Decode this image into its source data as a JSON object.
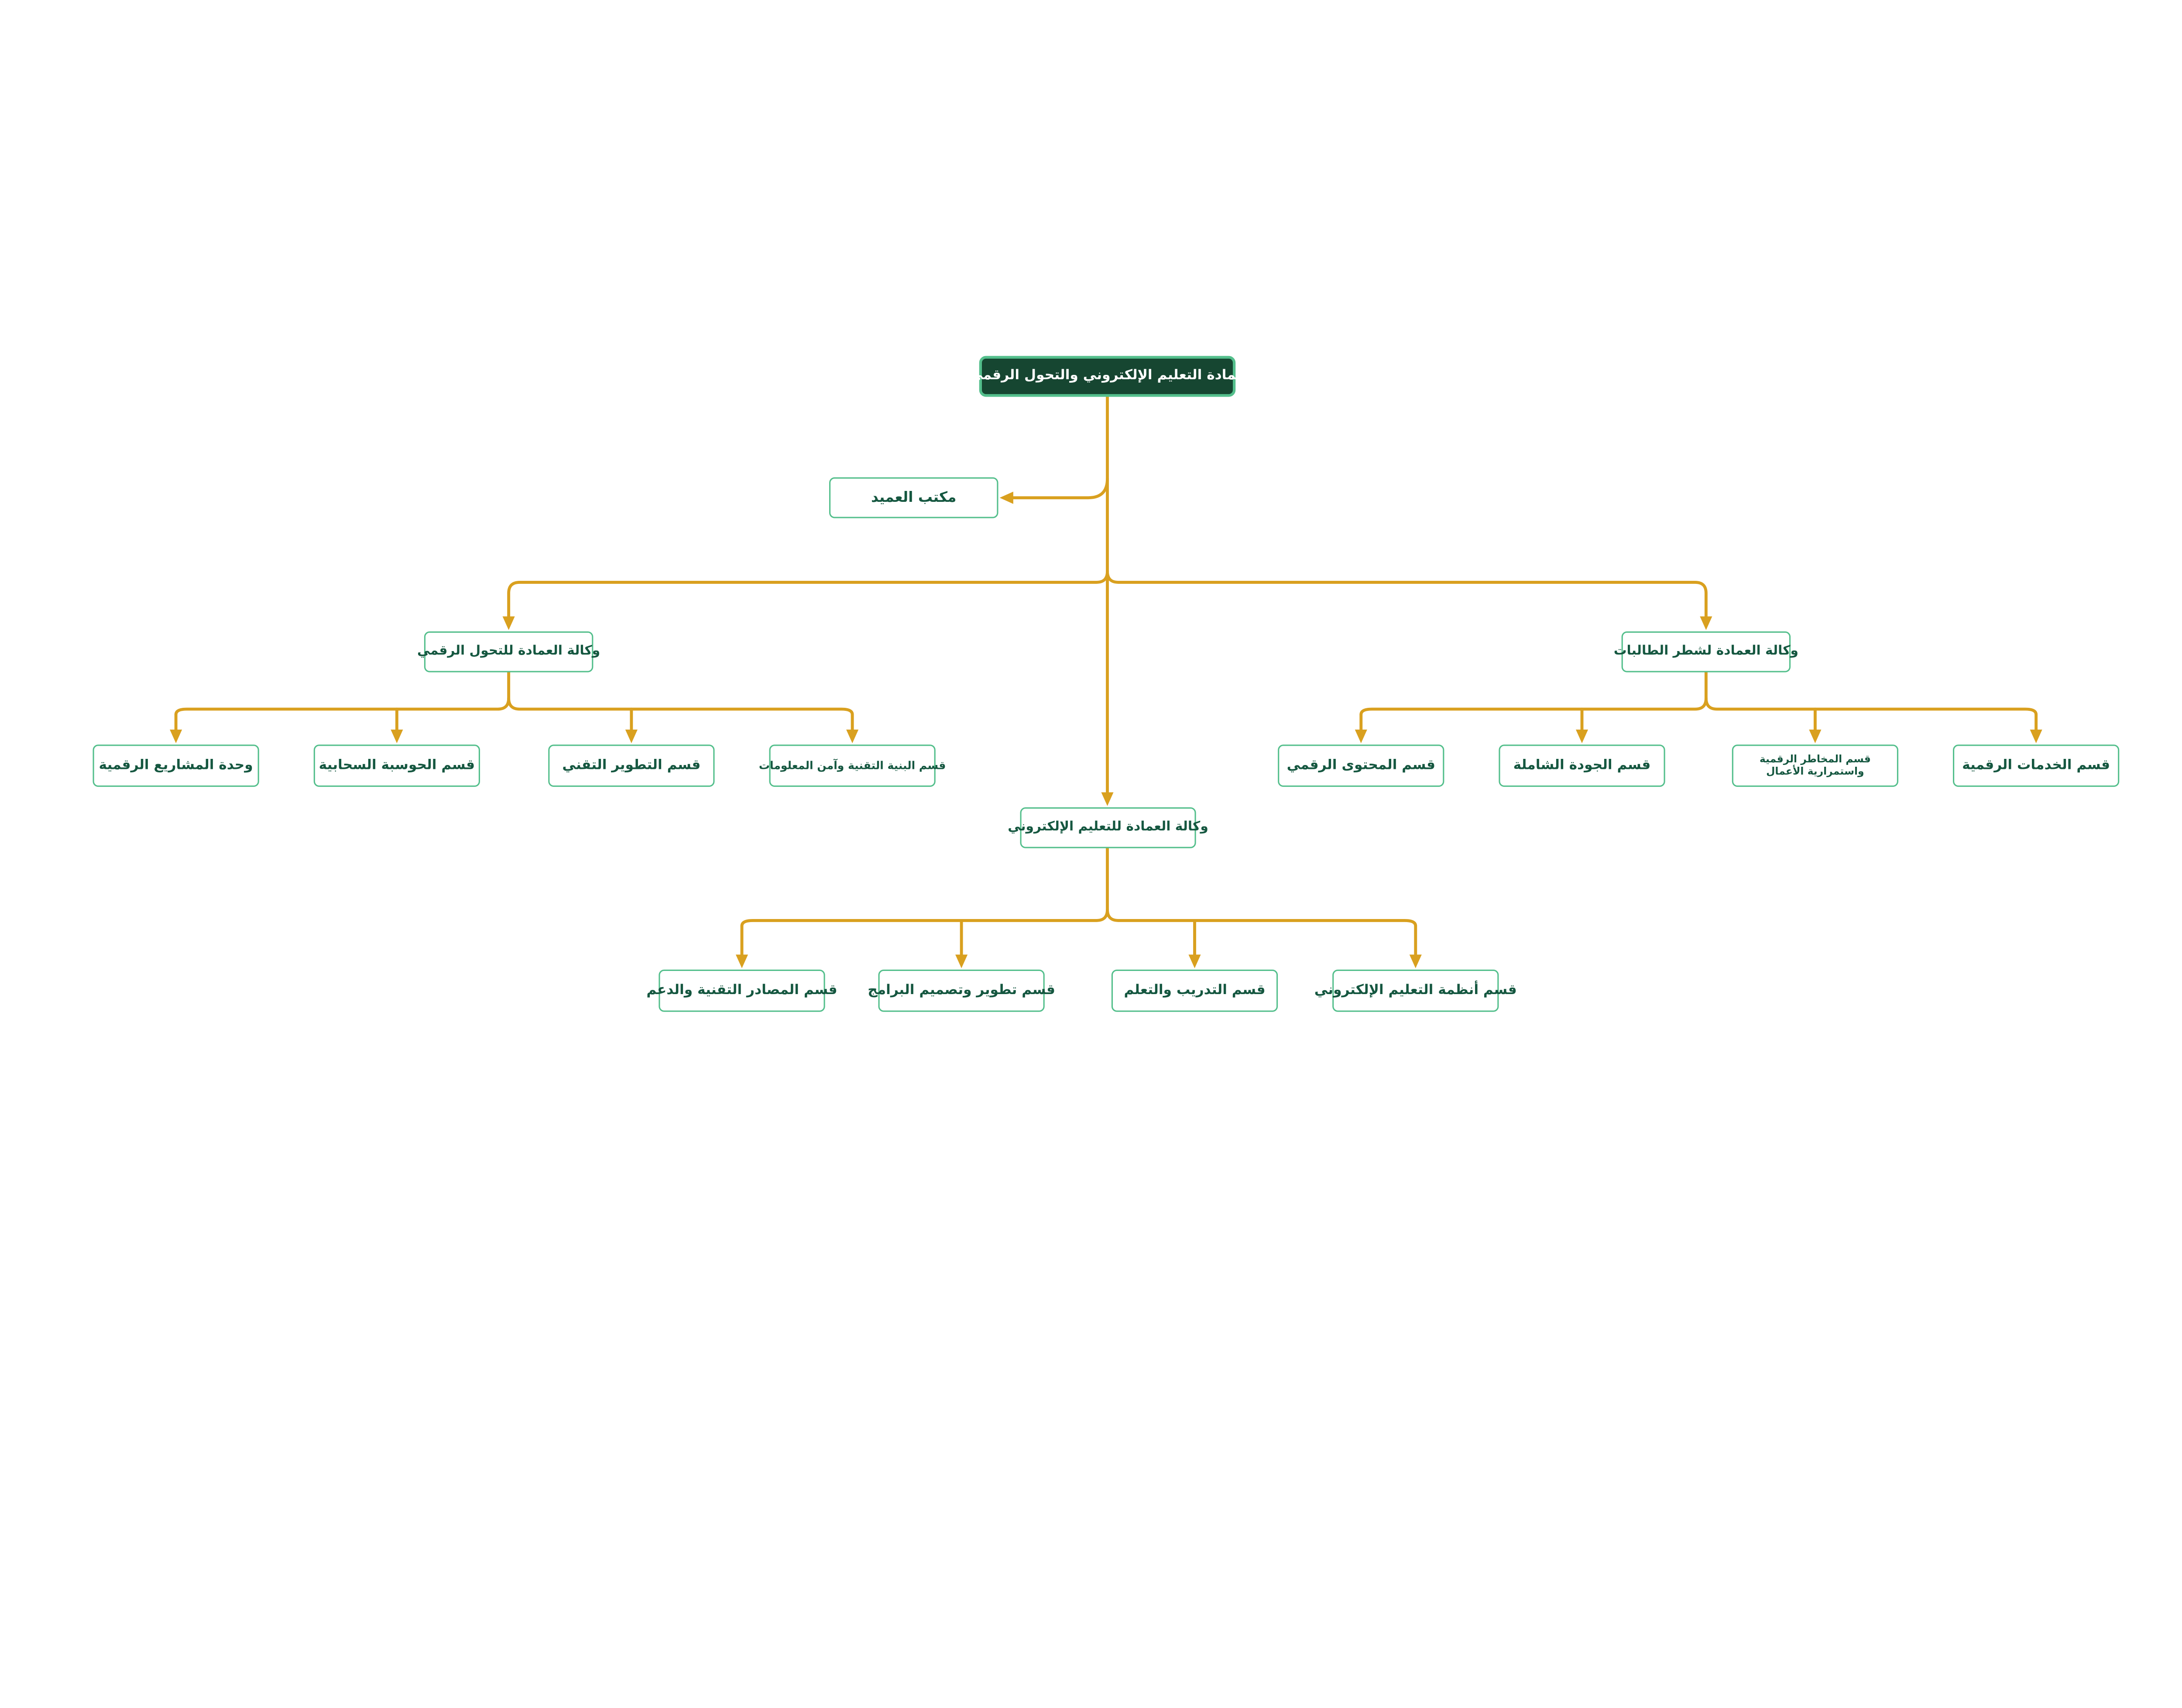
{
  "page": {
    "background": "#FFFFFF"
  },
  "org_chart": {
    "root": {
      "label": "عمادة التعليم الإلكتروني والتحول الرقمي"
    },
    "dean_office": {
      "label": "مكتب العميد"
    },
    "branches": {
      "digital_transformation": {
        "label": "وكالة العمادة للتحول الرقمي",
        "children": [
          {
            "label": "وحدة المشاريع الرقمية"
          },
          {
            "label": "قسم الحوسبة السحابية"
          },
          {
            "label": "قسم التطوير التقني"
          },
          {
            "label": "قسم البنية التقنية وآمن المعلومات"
          }
        ]
      },
      "female_students_section": {
        "label": "وكالة العمادة لشطر الطالبات",
        "children": [
          {
            "label": "قسم المحتوى الرقمي"
          },
          {
            "label": "قسم الجودة الشاملة"
          },
          {
            "label": "قسم المخاطر الرقمية واستمرارية الأعمال"
          },
          {
            "label": "قسم الخدمات الرقمية"
          }
        ]
      },
      "elearning": {
        "label": "وكالة العمادة للتعليم الإلكتروني",
        "children": [
          {
            "label": "قسم المصادر التقنية والدعم"
          },
          {
            "label": "قسم تطوير وتصميم البرامج"
          },
          {
            "label": "قسم التدريب والتعلم"
          },
          {
            "label": "قسم أنظمة التعليم الإلكتروني"
          }
        ]
      }
    },
    "colors": {
      "connector": "#D9A01F",
      "node_border": "#54BF8C",
      "node_text": "#155740",
      "root_background": "#164631",
      "root_text": "#FFFFFF"
    }
  }
}
